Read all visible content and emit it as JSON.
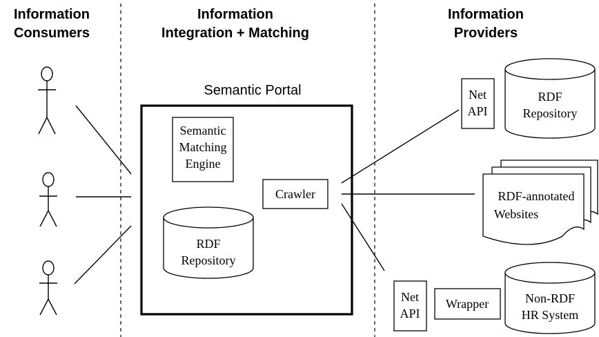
{
  "headers": {
    "consumers": [
      "Information",
      "Consumers"
    ],
    "integration": [
      "Information",
      "Integration + Matching"
    ],
    "providers": [
      "Information",
      "Providers"
    ]
  },
  "portal": {
    "title": "Semantic Portal",
    "engine": [
      "Semantic",
      "Matching",
      "Engine"
    ],
    "crawler": "Crawler",
    "repository": [
      "RDF",
      "Repository"
    ]
  },
  "providers": {
    "netapi_top": [
      "Net",
      "API"
    ],
    "rdf_repository": [
      "RDF",
      "Repository"
    ],
    "websites": [
      "RDF-annotated",
      "Websites"
    ],
    "netapi_bottom": [
      "Net",
      "API"
    ],
    "wrapper": "Wrapper",
    "nonrdf": [
      "Non-RDF",
      "HR System"
    ]
  }
}
